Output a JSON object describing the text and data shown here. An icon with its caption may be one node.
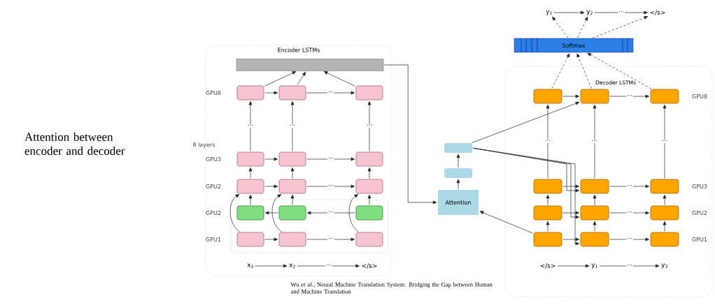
{
  "diagram": {
    "title": "Attention between encoder and decoder",
    "caption": "Wu *et al.*, Neural Machine Translation System: Bridging the Gap between Human and Machine Translation",
    "nodes": [
      {
        "text": [
          "Encoder LSTMs"
        ]
      },
      {
        "text": [],
        "shape": "bar",
        "in": 0
      },
      {
        "text": [],
        "shape": "box",
        "in": 0
      },
      {
        "text": [],
        "shape": "box",
        "in": 0
      },
      {
        "text": [],
        "shape": "box",
        "in": 0
      },
      {
        "text": [],
        "shape": "box",
        "in": 0
      },
      {
        "text": [],
        "shape": "box",
        "in": 0
      },
      {
        "text": [],
        "shape": "box",
        "in": 0
      },
      {
        "text": [],
        "shape": "box",
        "in": 0
      },
      {
        "text": [],
        "shape": "box",
        "in": 0
      },
      {
        "text": [],
        "shape": "box",
        "in": 0
      },
      {
        "text": [],
        "shape": "box",
        "in": 0
      },
      {
        "text": [],
        "shape": "box",
        "in": 11
      },
      {
        "text": [],
        "shape": "box",
        "in": 11
      },
      {
        "text": [],
        "shape": "box",
        "in": 11
      },
      {
        "text": [],
        "shape": "box",
        "in": 11
      },
      {
        "text": [],
        "shape": "box",
        "in": 11
      },
      {
        "text": [],
        "shape": "box",
        "in": 11
      },
      {
        "text": [
          "x$_{3}$"
        ],
        "in": 0
      },
      {
        "text": [
          "x$_{2}$"
        ],
        "in": 0
      },
      {
        "text": [
          "</s>"
        ],
        "in": 0
      },
      {
        "text": [
          "Attention"
        ]
      },
      {
        "text": [],
        "shape": "box"
      },
      {
        "text": [],
        "shape": "box"
      },
      {
        "text": [
          "Softmax"
        ]
      },
      {
        "text": [
          "y$_{1}$"
        ]
      },
      {
        "text": [
          "y$_{2}$"
        ]
      },
      {
        "text": [
          "</s>"
        ]
      },
      {
        "text": [
          "Decoder LSTMs"
        ]
      },
      {
        "text": [],
        "shape": "box",
        "in": 28
      },
      {
        "text": [],
        "shape": "box",
        "in": 28
      },
      {
        "text": [],
        "shape": "box",
        "in": 28
      },
      {
        "text": [],
        "shape": "box",
        "in": 28
      },
      {
        "text": [],
        "shape": "box",
        "in": 28
      },
      {
        "text": [],
        "shape": "box",
        "in": 28
      },
      {
        "text": [],
        "shape": "box",
        "in": 28
      },
      {
        "text": [],
        "shape": "box",
        "in": 28
      },
      {
        "text": [],
        "shape": "box",
        "in": 28
      },
      {
        "text": [],
        "shape": "box",
        "in": 28
      },
      {
        "text": [],
        "shape": "box",
        "in": 28
      },
      {
        "text": [],
        "shape": "box",
        "in": 28
      },
      {
        "text": [
          "</s>"
        ],
        "in": 28
      },
      {
        "text": [
          "y$_{1}$"
        ],
        "in": 28
      },
      {
        "text": [
          "y$_{3}$"
        ],
        "in": 28
      }
    ],
    "edges": [
      {
        "from": 2,
        "to": 3,
        "arrow": "to"
      },
      {
        "from": 3,
        "to": 4,
        "arrow": "to",
        "label": "···"
      },
      {
        "from": 5,
        "to": 6,
        "arrow": "to"
      },
      {
        "from": 6,
        "to": 7,
        "arrow": "to",
        "label": "···"
      },
      {
        "from": 8,
        "to": 9,
        "arrow": "to"
      },
      {
        "from": 9,
        "to": 10,
        "arrow": "to",
        "label": "···"
      },
      {
        "from": 14,
        "to": 13,
        "arrow": "to",
        "label": "···"
      },
      {
        "from": 13,
        "to": 12,
        "arrow": "to"
      },
      {
        "from": 15,
        "to": 16,
        "arrow": "to"
      },
      {
        "from": 16,
        "to": 17,
        "arrow": "to",
        "label": "···"
      },
      {
        "from": 15,
        "to": 8,
        "arrow": "to"
      },
      {
        "from": 16,
        "to": 9,
        "arrow": "to"
      },
      {
        "from": 17,
        "to": 10,
        "arrow": "to"
      },
      {
        "from": 12,
        "to": 8,
        "arrow": "to"
      },
      {
        "from": 13,
        "to": 9,
        "arrow": "to"
      },
      {
        "from": 14,
        "to": 10,
        "arrow": "to"
      },
      {
        "from": 8,
        "to": 5,
        "arrow": "to"
      },
      {
        "from": 9,
        "to": 6,
        "arrow": "to"
      },
      {
        "from": 10,
        "to": 7,
        "arrow": "to"
      },
      {
        "from": 5,
        "to": 2,
        "arrow": "to",
        "label": "···"
      },
      {
        "from": 6,
        "to": 3,
        "arrow": "to",
        "label": "···"
      },
      {
        "from": 7,
        "to": 4,
        "arrow": "to",
        "label": "···"
      },
      {
        "from": 2,
        "to": 1,
        "arrow": "to"
      },
      {
        "from": 3,
        "to": 1,
        "arrow": "to"
      },
      {
        "from": 4,
        "to": 1,
        "arrow": "to"
      },
      {
        "from": 18,
        "to": 19,
        "arrow": "to"
      },
      {
        "from": 19,
        "to": 20,
        "arrow": "to",
        "label": "···"
      },
      {
        "from": 1,
        "to": 21,
        "arrow": "to"
      },
      {
        "from": 21,
        "to": 23,
        "arrow": "to"
      },
      {
        "from": 23,
        "to": 22,
        "arrow": "to"
      },
      {
        "from": 22,
        "to": 30,
        "arrow": "to"
      },
      {
        "from": 22,
        "to": 33,
        "arrow": "to"
      },
      {
        "from": 22,
        "to": 36,
        "arrow": "to"
      },
      {
        "from": 22,
        "to": 39,
        "arrow": "to"
      },
      {
        "from": 38,
        "to": 21,
        "arrow": "to"
      },
      {
        "from": 29,
        "to": 30,
        "arrow": "to"
      },
      {
        "from": 30,
        "to": 31,
        "arrow": "to",
        "label": "···"
      },
      {
        "from": 32,
        "to": 33,
        "arrow": "to"
      },
      {
        "from": 33,
        "to": 34,
        "arrow": "to",
        "label": "···"
      },
      {
        "from": 35,
        "to": 36,
        "arrow": "to"
      },
      {
        "from": 36,
        "to": 37,
        "arrow": "to",
        "label": "···"
      },
      {
        "from": 38,
        "to": 39,
        "arrow": "to"
      },
      {
        "from": 39,
        "to": 40,
        "arrow": "to",
        "label": "···"
      },
      {
        "from": 38,
        "to": 35,
        "arrow": "to"
      },
      {
        "from": 39,
        "to": 36,
        "arrow": "to"
      },
      {
        "from": 40,
        "to": 37,
        "arrow": "to"
      },
      {
        "from": 35,
        "to": 32,
        "arrow": "to"
      },
      {
        "from": 36,
        "to": 33,
        "arrow": "to"
      },
      {
        "from": 37,
        "to": 34,
        "arrow": "to"
      },
      {
        "from": 32,
        "to": 29,
        "arrow": "to",
        "label": "···"
      },
      {
        "from": 33,
        "to": 30,
        "arrow": "to",
        "label": "···"
      },
      {
        "from": 34,
        "to": 31,
        "arrow": "to",
        "label": "···"
      },
      {
        "from": 41,
        "to": 42,
        "arrow": "to"
      },
      {
        "from": 42,
        "to": 43,
        "arrow": "to",
        "label": "···"
      },
      {
        "from": 29,
        "to": 24,
        "arrow": "to",
        "style": "dashed"
      },
      {
        "from": 30,
        "to": 24,
        "arrow": "to",
        "style": "dashed"
      },
      {
        "from": 31,
        "to": 24,
        "arrow": "to",
        "style": "dashed"
      },
      {
        "from": 24,
        "to": 25,
        "arrow": "to",
        "style": "dashed"
      },
      {
        "from": 24,
        "to": 26,
        "arrow": "to",
        "style": "dashed"
      },
      {
        "from": 24,
        "to": 27,
        "arrow": "to",
        "style": "dashed"
      },
      {
        "from": 25,
        "to": 26,
        "arrow": "to"
      },
      {
        "from": 26,
        "to": 27,
        "arrow": "to",
        "label": "···"
      }
    ],
    "labels": [
      "GPU8",
      "8 layers",
      "GPU3",
      "GPU2",
      "GPU2",
      "GPU1",
      "GPU8",
      "GPU3",
      "GPU2",
      "GPU1"
    ]
  }
}
